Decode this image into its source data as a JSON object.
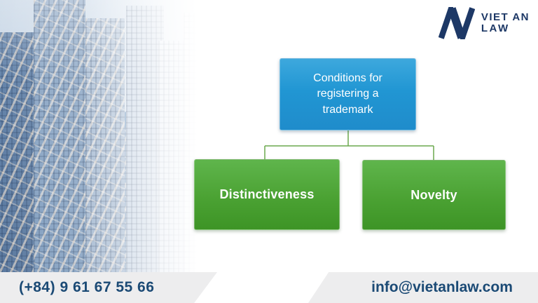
{
  "logo": {
    "line1": "VIET AN",
    "line2": "LAW",
    "icon": "vietan-monogram-icon",
    "brand_color": "#1d3866"
  },
  "background_image": "city-skyline-faded-photo",
  "diagram": {
    "root": {
      "label": "Conditions for registering a trademark",
      "color": "#2196d3"
    },
    "children": [
      {
        "label": "Distinctiveness",
        "color": "#4ba233"
      },
      {
        "label": "Novelty",
        "color": "#4ba233"
      }
    ],
    "connector_color": "#6ca94e"
  },
  "footer": {
    "phone": "(+84) 9 61 67 55 66",
    "email": "info@vietanlaw.com",
    "bar_color": "#ededee",
    "text_color": "#1b4a75"
  }
}
